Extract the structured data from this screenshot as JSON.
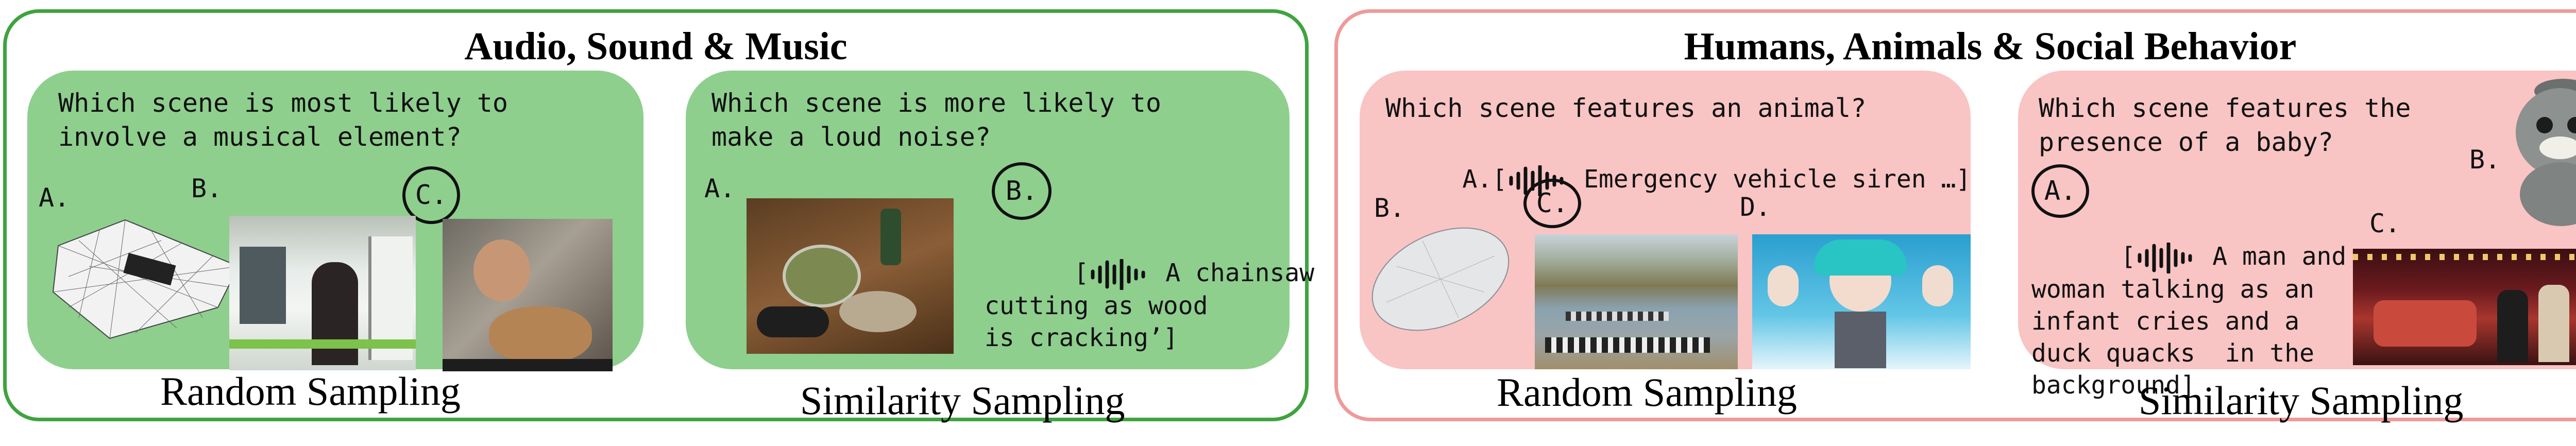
{
  "left": {
    "title": "Audio, Sound & Music",
    "random": {
      "question": "Which scene is most likely to\ninvolve a musical element?",
      "opt_a": "A.",
      "opt_b": "B.",
      "opt_c": "C.",
      "caption": "Random Sampling"
    },
    "similarity": {
      "question": "Which scene is more likely to\nmake a loud noise?",
      "opt_a": "A.",
      "opt_b": "B.",
      "audio_bracket": "[",
      "audio_text": " A chainsaw\ncutting as wood\nis cracking’]",
      "caption": "Similarity Sampling"
    }
  },
  "right": {
    "title": "Humans, Animals & Social Behavior",
    "random": {
      "question": "Which scene features an animal?",
      "opt_a": "A.",
      "audio_bracket": "[",
      "audio_text": " Emergency vehicle siren …]",
      "opt_b": "B.",
      "opt_c": "C.",
      "opt_d": "D.",
      "caption": "Random Sampling"
    },
    "similarity": {
      "question": "Which scene features the\npresence of a baby?",
      "opt_a": "A.",
      "opt_b": "B.",
      "opt_c": "C.",
      "audio_bracket": "[",
      "audio_text": " A man and a\nwoman talking as an\ninfant cries and a\nduck quacks  in the\nbackground]",
      "caption": "Similarity Sampling"
    }
  },
  "colors": {
    "green_border": "#3fa33f",
    "green_card": "#8ecf8e",
    "pink_border": "#ef9a9a",
    "pink_card": "#f9c4c4"
  }
}
